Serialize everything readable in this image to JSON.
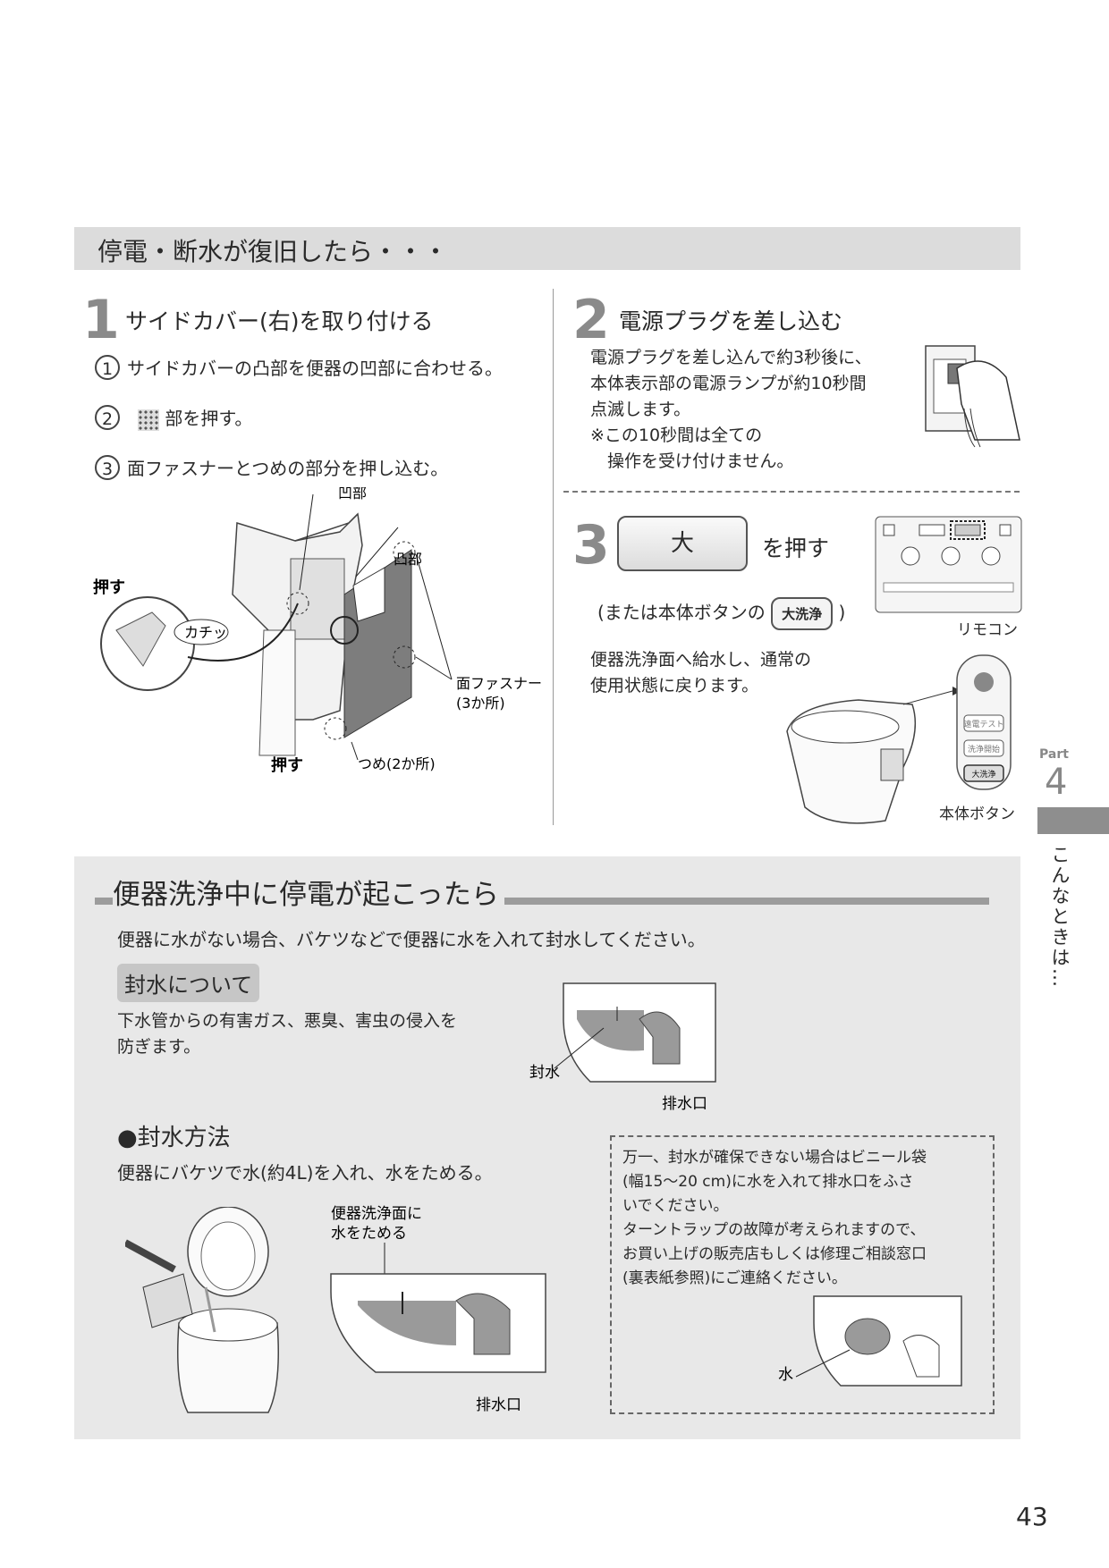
{
  "banner_title": "停電・断水が復旧したら・・・",
  "step1": {
    "number": "1",
    "title": "サイドカバー(右)を取り付ける",
    "substeps": [
      {
        "num": "1",
        "text": "サイドカバーの凸部を便器の凹部に合わせる。"
      },
      {
        "num": "2",
        "text": "部を押す。"
      },
      {
        "num": "3",
        "text": "面ファスナーとつめの部分を押し込む。"
      }
    ],
    "labels": {
      "ou": "凹部",
      "totsu": "凸部",
      "push1": "押す",
      "click": "カチッ",
      "fastener": "面ファスナー",
      "fastener_count": "(3か所)",
      "push2": "押す",
      "claw": "つめ(2か所)"
    }
  },
  "step2": {
    "number": "2",
    "title": "電源プラグを差し込む",
    "lines": [
      "電源プラグを差し込んで約3秒後に、",
      "本体表示部の電源ランプが約10秒間",
      "点滅します。"
    ],
    "note_lines": [
      "※この10秒間は全ての",
      "　操作を受け付けません。"
    ]
  },
  "step3": {
    "number": "3",
    "button_label": "大",
    "suffix": "を押す",
    "alt_prefix": "(または本体ボタンの",
    "alt_button": "大洗浄",
    "alt_suffix": ")",
    "remote_label": "リモコン",
    "result_lines": [
      "便器洗浄面へ給水し、通常の",
      "使用状態に戻ります。"
    ],
    "body_button_label": "本体ボタン",
    "body_buttons": [
      "遠電テスト",
      "洗浄開始",
      "大洗浄"
    ]
  },
  "lower": {
    "title": "便器洗浄中に停電が起こったら",
    "intro": "便器に水がない場合、バケツなどで便器に水を入れて封水してください。",
    "about_label": "封水について",
    "about_lines": [
      "下水管からの有害ガス、悪臭、害虫の侵入を",
      "防ぎます。"
    ],
    "seal_label": "封水",
    "drain_label": "排水口",
    "method_title": "●封水方法",
    "method_text": "便器にバケツで水(約4L)を入れ、水をためる。",
    "fill_note_lines": [
      "便器洗浄面に",
      "水をためる"
    ],
    "drain_label2": "排水口",
    "note_lines": [
      "万一、封水が確保できない場合はビニール袋",
      "(幅15〜20 cm)に水を入れて排水口をふさ",
      "いでください。",
      "ターントラップの故障が考えられますので、",
      "お買い上げの販売店もしくは修理ご相談窓口",
      "(裏表紙参照)にご連絡ください。"
    ],
    "water_label": "水"
  },
  "side": {
    "part_label": "Part",
    "part_number": "4",
    "section_title": "こんなときは…"
  },
  "page_number": "43"
}
